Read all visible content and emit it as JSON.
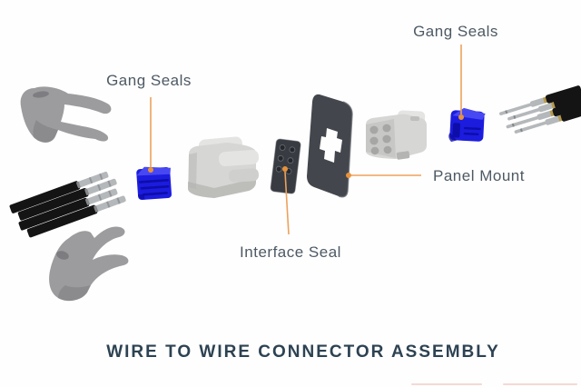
{
  "diagram": {
    "title": "WIRE TO WIRE CONNECTOR ASSEMBLY",
    "labels": {
      "gang_seals_left": "Gang Seals",
      "gang_seals_right": "Gang Seals",
      "panel_mount": "Panel Mount",
      "interface_seal": "Interface Seal"
    },
    "parts": [
      "retainer-clip-upper",
      "wire-crimp-terminals-left",
      "gang-seal-left",
      "connector-housing-female",
      "interface-seal",
      "panel-mount-plate",
      "connector-housing-male",
      "gang-seal-right",
      "wire-pin-terminals-right",
      "retainer-clip-lower"
    ],
    "colors": {
      "background": "#fefefe",
      "label_text": "#4d5964",
      "title_text": "#2d4252",
      "leader_line": "#eda15c",
      "leader_dot": "#e8923c",
      "seal_blue": "#1c1cdf",
      "seal_blue_dark": "#0d0da8",
      "seal_blue_light": "#4848f2",
      "panel_dark": "#43474d",
      "connector_white": "#d6d6d4",
      "connector_shadow": "#b4b4b2",
      "connector_light": "#e4e4e2",
      "clip_gray": "#9c9c9e",
      "clip_gray_dark": "#77777b",
      "wire_black": "#141414",
      "terminal_silver": "#b5b8ba",
      "terminal_dark": "#85888b"
    }
  }
}
